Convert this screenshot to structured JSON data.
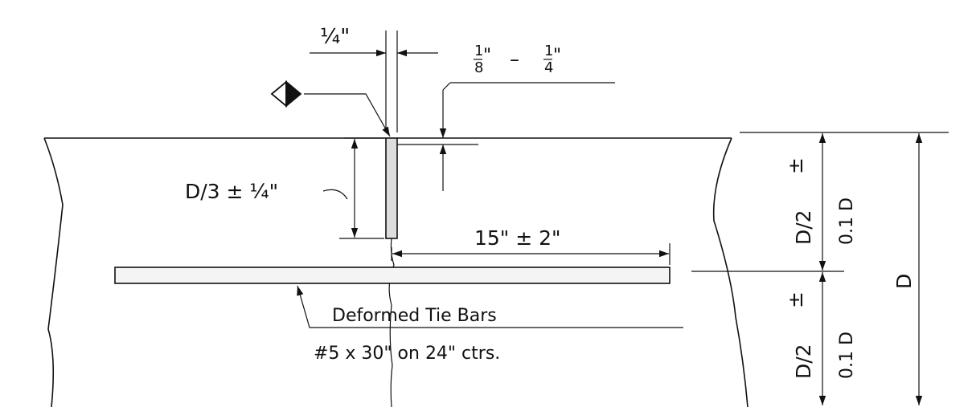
{
  "labels": {
    "joint_width": "¼\"",
    "sealant_num": "1",
    "sealant_den_a": "8",
    "sealant_dash": "–",
    "sealant_num_b": "1",
    "sealant_den_b": "4",
    "sealant_quote_a": "\"",
    "sealant_quote_b": "\"",
    "saw_depth": "D/3 ± ¼\"",
    "bar_embed": "15\" ± 2\"",
    "tie_bar_name": "Deformed Tie Bars",
    "tie_bar_spec": "#5 x 30\" on  24\" ctrs.",
    "dim_upper_frac": "D/2",
    "dim_upper_pm": "±",
    "dim_upper_tol": "0.1 D",
    "dim_lower_frac": "D/2",
    "dim_lower_pm": "±",
    "dim_lower_tol": "0.1 D",
    "dim_total": "D"
  },
  "symbols": {
    "joint_symbol": "half-filled-diamond-icon"
  },
  "colors": {
    "ink": "#111111",
    "slot_fill": "#dddddd",
    "background": "#ffffff"
  }
}
